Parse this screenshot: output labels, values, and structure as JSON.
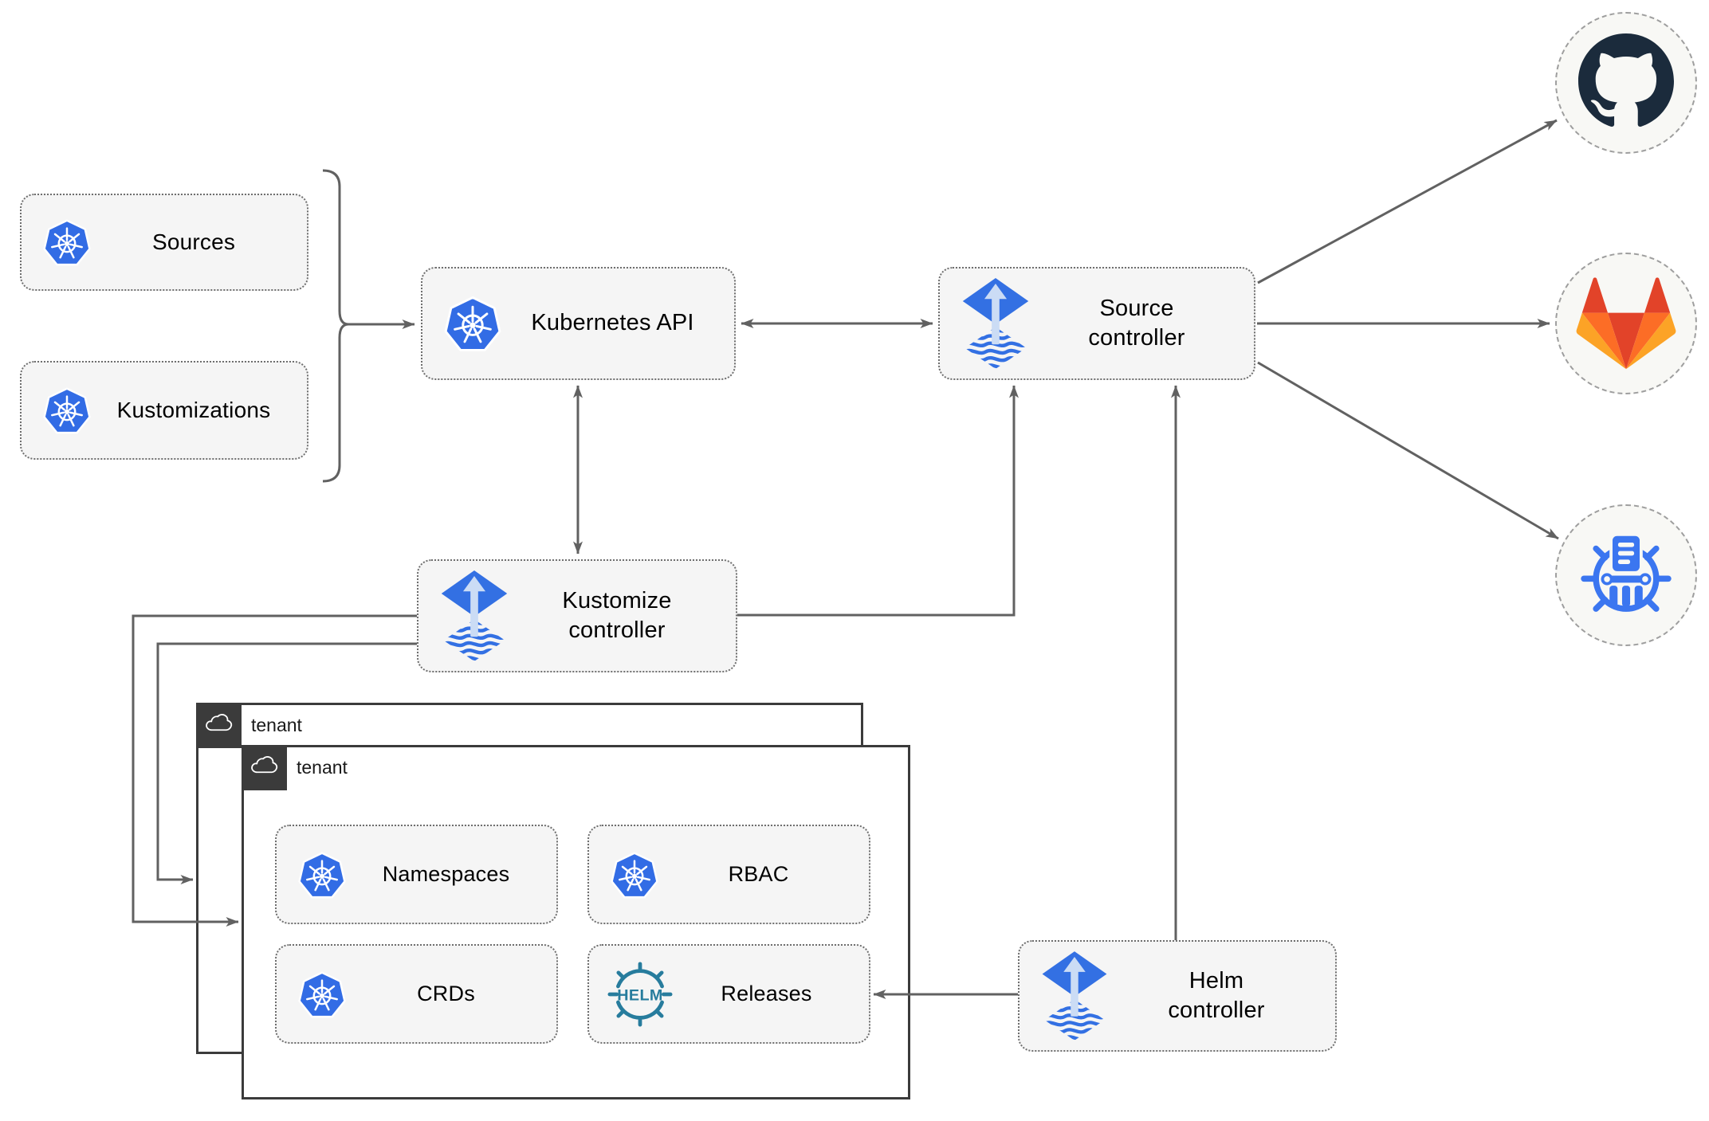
{
  "colors": {
    "k8s-blue": "#326CE5",
    "flux-blue": "#3370E3",
    "flux-arrow-light": "#CBDCF5",
    "helm-teal": "#277C9D",
    "github-dark": "#1B2B3C",
    "gitlab-red": "#E24329",
    "gitlab-orange": "#FC6D26",
    "gitlab-yellow": "#FCA326",
    "registry-blue": "#3B76F0",
    "connector-gray": "#616161",
    "node-bg": "#F5F5F5",
    "node-border": "#6E6E6E",
    "tenant-border": "#3B3B3B",
    "tenant-badge-bg": "#3B3B3B",
    "circle-bg": "#F8F8F5",
    "circle-border": "#9E9E9E",
    "label-color": "#000000"
  },
  "nodes": {
    "sources": {
      "label": "Sources",
      "icon": "kubernetes-icon"
    },
    "kustomizations": {
      "label": "Kustomizations",
      "icon": "kubernetes-icon"
    },
    "kubernetes_api": {
      "label": "Kubernetes API",
      "icon": "kubernetes-icon"
    },
    "source_controller": {
      "label": "Source\ncontroller",
      "icon": "flux-icon"
    },
    "kustomize_controller": {
      "label": "Kustomize\ncontroller",
      "icon": "flux-icon"
    },
    "helm_controller": {
      "label": "Helm\ncontroller",
      "icon": "flux-icon"
    },
    "namespaces": {
      "label": "Namespaces",
      "icon": "kubernetes-icon"
    },
    "rbac": {
      "label": "RBAC",
      "icon": "kubernetes-icon"
    },
    "crds": {
      "label": "CRDs",
      "icon": "kubernetes-icon"
    },
    "releases": {
      "label": "Releases",
      "icon": "helm-logo-icon"
    }
  },
  "groups": {
    "tenant_outer": {
      "label": "tenant",
      "icon": "cloud-icon"
    },
    "tenant_inner": {
      "label": "tenant",
      "icon": "cloud-icon"
    }
  },
  "external": {
    "github": {
      "icon": "github-icon"
    },
    "gitlab": {
      "icon": "gitlab-icon"
    },
    "helm_repository": {
      "icon": "helm-repository-icon"
    }
  },
  "icon_text": {
    "helm_logo": "HELM"
  }
}
